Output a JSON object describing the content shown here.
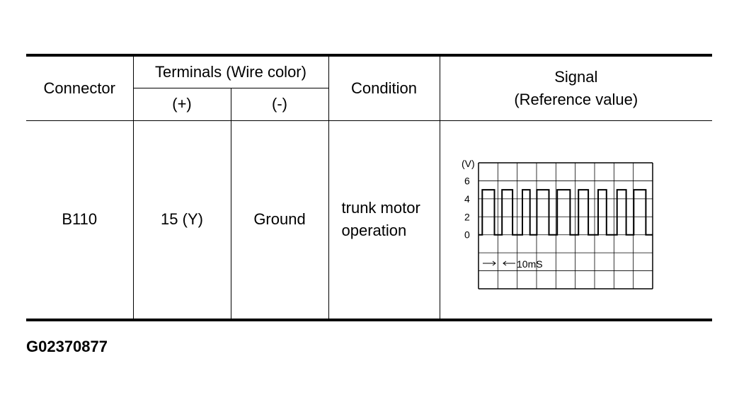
{
  "table": {
    "headers": {
      "connector": "Connector",
      "terminals": "Terminals (Wire color)",
      "plus": "(+)",
      "minus": "(-)",
      "condition": "Condition",
      "signal_line1": "Signal",
      "signal_line2": "(Reference value)"
    },
    "row": {
      "connector": "B110",
      "plus": "15 (Y)",
      "minus": "Ground",
      "condition_line1": "trunk motor",
      "condition_line2": "operation"
    }
  },
  "chart_data": {
    "type": "line",
    "title": "",
    "ylabel": "(V)",
    "xlabel": "",
    "yticks": [
      "6",
      "4",
      "2",
      "0"
    ],
    "ylim": [
      -6,
      8
    ],
    "grid": true,
    "time_marker_label": "10mS",
    "series": [
      {
        "values_description_free": true,
        "x": [
          0,
          0.5,
          0.5,
          2.1,
          2.1,
          3.1,
          3.1,
          4.5,
          4.5,
          5.8,
          5.8,
          6.8,
          6.8,
          7.7,
          7.7,
          9.3,
          9.3,
          10.4,
          10.4,
          12.1,
          12.1,
          13.2,
          13.2,
          14.5,
          14.5,
          15.8,
          15.8,
          16.9,
          16.9,
          18.3,
          18.3,
          19.5,
          19.5,
          20.5,
          20.5,
          22.1,
          22.1,
          23.0
        ],
        "y": [
          0,
          0,
          5,
          5,
          0,
          0,
          5,
          5,
          0,
          0,
          5,
          5,
          0,
          0,
          5,
          5,
          0,
          0,
          5,
          5,
          0,
          0,
          5,
          5,
          0,
          0,
          5,
          5,
          0,
          0,
          5,
          5,
          0,
          0,
          5,
          5,
          0,
          0
        ]
      }
    ]
  },
  "doc_id": "G02370877"
}
